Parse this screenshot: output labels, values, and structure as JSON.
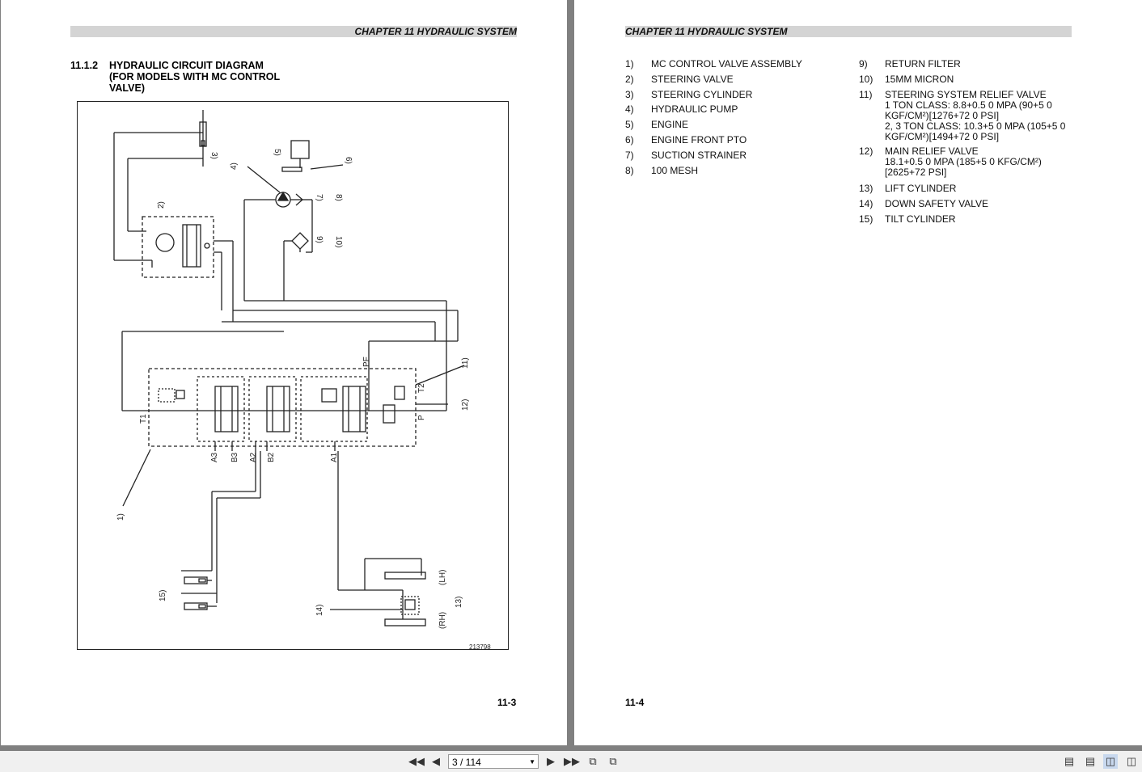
{
  "left_page": {
    "header": "CHAPTER 11 HYDRAULIC SYSTEM",
    "section_number": "11.1.2",
    "section_title_1": "HYDRAULIC CIRCUIT DIAGRAM",
    "section_title_2": "(FOR MODELS WITH MC CONTROL",
    "section_title_3": "VALVE)",
    "diagram": {
      "figure_id": "213798",
      "labels": {
        "c1": "1)",
        "c2": "2)",
        "c3": "3)",
        "c4": "4)",
        "c5": "5)",
        "c6": "6)",
        "c7": "7)",
        "c8": "8)",
        "c9": "9)",
        "c10": "10)",
        "c11": "11)",
        "c12": "12)",
        "c13": "13)",
        "c14": "14)",
        "c15": "15)",
        "t1": "T1",
        "t2": "T2",
        "pf": "PF",
        "p": "P",
        "a3": "A3",
        "b3": "B3",
        "a2": "A2",
        "b2": "B2",
        "a1": "A1",
        "lh": "(LH)",
        "rh": "(RH)"
      }
    },
    "page_number": "11-3"
  },
  "right_page": {
    "header": "CHAPTER 11 HYDRAULIC SYSTEM",
    "items_col1": [
      {
        "num": "1)",
        "text": "MC CONTROL VALVE ASSEMBLY"
      },
      {
        "num": "2)",
        "text": "STEERING VALVE"
      },
      {
        "num": "3)",
        "text": "STEERING CYLINDER"
      },
      {
        "num": "4)",
        "text": "HYDRAULIC PUMP"
      },
      {
        "num": "5)",
        "text": "ENGINE"
      },
      {
        "num": "6)",
        "text": "ENGINE FRONT PTO"
      },
      {
        "num": "7)",
        "text": "SUCTION STRAINER"
      },
      {
        "num": "8)",
        "text": "100 MESH"
      }
    ],
    "items_col2": [
      {
        "num": "9)",
        "text": "RETURN FILTER"
      },
      {
        "num": "10)",
        "text": "15MM MICRON"
      },
      {
        "num": "11)",
        "text": "STEERING SYSTEM RELIEF VALVE",
        "sub1": "1 TON CLASS: 8.8+0.5 0 MPA (90+5 0",
        "sub2": "KGF/CM²)[1276+72 0 PSI]",
        "sub3": "2, 3 TON CLASS: 10.3+5 0 MPA (105+5 0",
        "sub4": "KGF/CM²)[1494+72 0 PSI]"
      },
      {
        "num": "12)",
        "text": "MAIN RELIEF VALVE",
        "sub1": "18.1+0.5 0 MPA (185+5 0 KFG/CM²)",
        "sub2": "[2625+72 PSI]"
      },
      {
        "num": "13)",
        "text": "LIFT CYLINDER"
      },
      {
        "num": "14)",
        "text": "DOWN SAFETY VALVE"
      },
      {
        "num": "15)",
        "text": "TILT CYLINDER"
      }
    ],
    "page_number": "11-4"
  },
  "toolbar": {
    "page_indicator": "3 / 114",
    "icons": [
      "first-page-icon",
      "prev-page-icon",
      "next-page-icon",
      "last-page-icon",
      "back-view-icon",
      "forward-view-icon",
      "single-page-icon",
      "continuous-icon",
      "two-page-icon",
      "two-page-continuous-icon"
    ]
  }
}
